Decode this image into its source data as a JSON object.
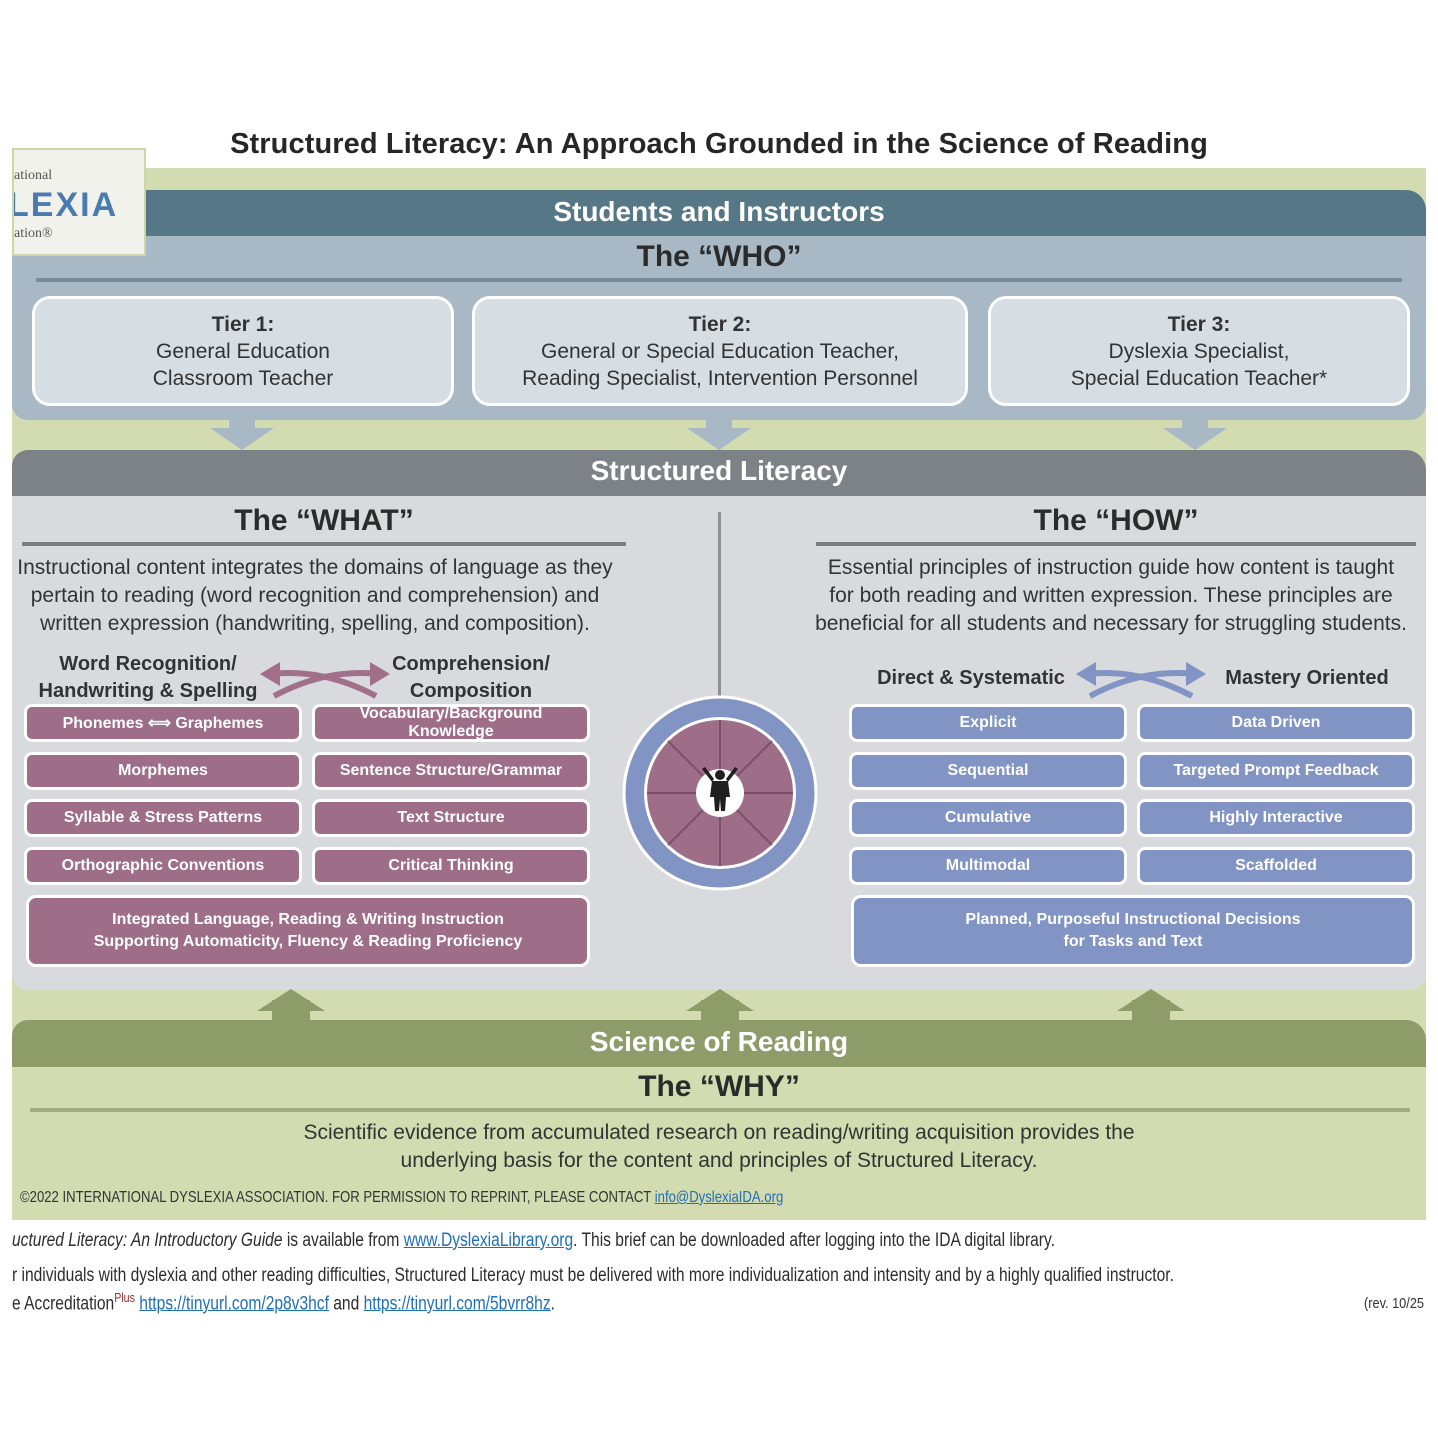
{
  "title": "Structured Literacy: An Approach Grounded in the Science of Reading",
  "logo": {
    "top": "ational",
    "main": "LEXIA",
    "bottom": "ation®"
  },
  "who": {
    "band": "Students and Instructors",
    "subtitle": "The “WHO”",
    "tiers": [
      {
        "name": "Tier 1:",
        "line1": "General Education",
        "line2": "Classroom Teacher"
      },
      {
        "name": "Tier 2:",
        "line1": "General or Special Education Teacher,",
        "line2": "Reading Specialist, Intervention Personnel"
      },
      {
        "name": "Tier 3:",
        "line1": "Dyslexia Specialist,",
        "line2": "Special Education Teacher*"
      }
    ]
  },
  "sl": {
    "band": "Structured Literacy",
    "what": {
      "title": "The “WHAT”",
      "para": [
        "Instructional content integrates the domains of language as they",
        "pertain to reading (word recognition and comprehension) and",
        "written expression (handwriting, spelling, and composition)."
      ],
      "left_head": [
        "Word Recognition/",
        "Handwriting & Spelling"
      ],
      "right_head": [
        "Comprehension/",
        "Composition"
      ],
      "left_items": [
        "Phonemes ⟺ Graphemes",
        "Morphemes",
        "Syllable & Stress Patterns",
        "Orthographic Conventions"
      ],
      "right_items": [
        "Vocabulary/Background Knowledge",
        "Sentence Structure/Grammar",
        "Text Structure",
        "Critical Thinking"
      ],
      "summary": [
        "Integrated Language, Reading & Writing Instruction",
        "Supporting Automaticity, Fluency & Reading Proficiency"
      ]
    },
    "how": {
      "title": "The “HOW”",
      "para": [
        "Essential principles of instruction guide how content is taught",
        "for both reading and written expression. These principles are",
        "beneficial for all students and necessary for struggling students."
      ],
      "left_head": "Direct & Systematic",
      "right_head": "Mastery Oriented",
      "left_items": [
        "Explicit",
        "Sequential",
        "Cumulative",
        "Multimodal"
      ],
      "right_items": [
        "Data Driven",
        "Targeted Prompt Feedback",
        "Highly Interactive",
        "Scaffolded"
      ],
      "summary": [
        "Planned, Purposeful Instructional Decisions",
        "for Tasks and Text"
      ]
    }
  },
  "why": {
    "band": "Science of Reading",
    "subtitle": "The “WHY”",
    "para": [
      "Scientific evidence  from accumulated research on reading/writing acquisition provides the",
      "underlying basis for the content and principles of Structured Literacy."
    ]
  },
  "copyright": {
    "text": "©2022 INTERNATIONAL DYSLEXIA ASSOCIATION. FOR PERMISSION TO REPRINT, PLEASE CONTACT ",
    "email": "info@DyslexiaIDA.org"
  },
  "footer": {
    "line1_italic": "uctured Literacy: An Introductory Guide",
    "line1_mid": " is available from ",
    "line1_link": "www.DyslexiaLibrary.org",
    "line1_end": ". This brief can be downloaded after logging into the IDA digital library.",
    "line2": "r individuals with dyslexia and other reading difficulties, Structured Literacy must be delivered with more individualization and intensity and by a highly qualified instructor.",
    "line3_start": "e Accreditation",
    "line3_plus": "Plus",
    "line3_link1": "https://tinyurl.com/2p8v3hcf",
    "line3_and": " and ",
    "line3_link2": "https://tinyurl.com/5bvrr8hz",
    "line3_end": ".",
    "rev": "(rev. 10/25"
  },
  "colors": {
    "who_bar": "#567785",
    "sl_bar": "#7d8287",
    "sor_bar": "#8e9c6a",
    "mauve": "#9e6e88",
    "blue": "#8294c3",
    "green_bg": "#d3dbb1"
  }
}
